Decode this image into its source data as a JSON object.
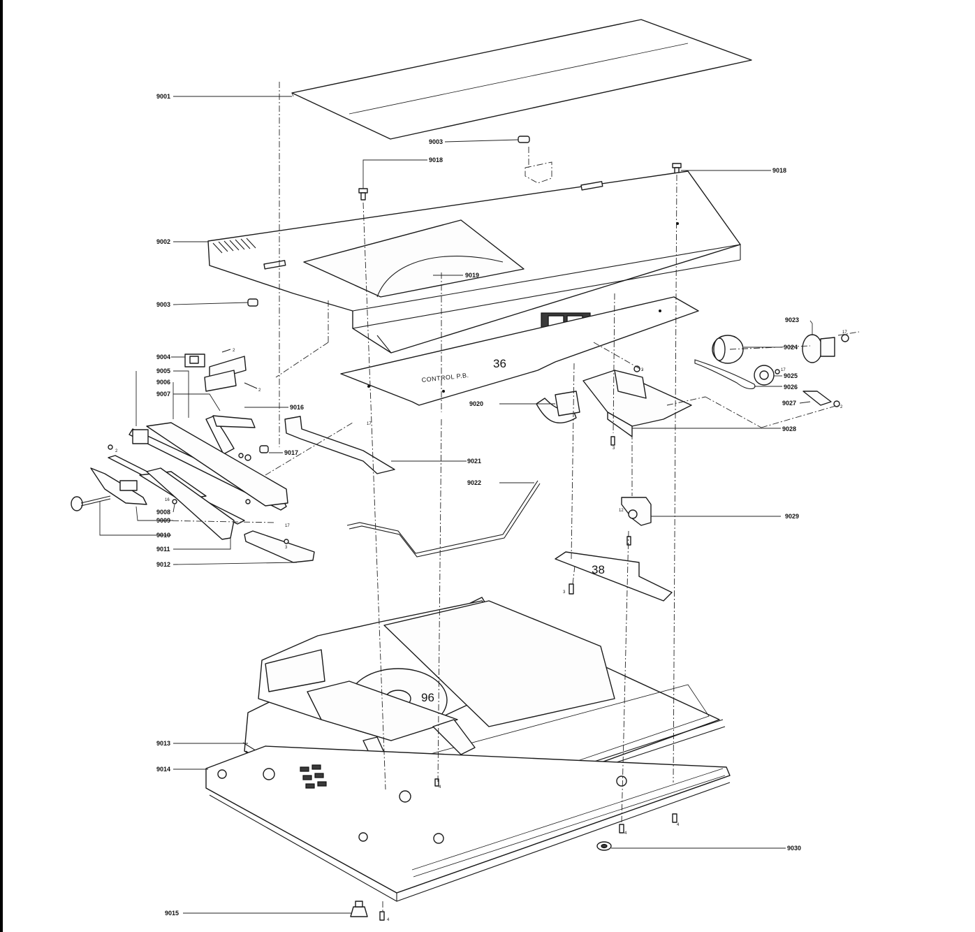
{
  "labels": {
    "p9001": "9001",
    "p9002": "9002",
    "p9003a": "9003",
    "p9003b": "9003",
    "p9004": "9004",
    "p9005": "9005",
    "p9006": "9006",
    "p9007": "9007",
    "p9008": "9008",
    "p9009": "9009",
    "p9010": "9010",
    "p9011": "9011",
    "p9012": "9012",
    "p9013": "9013",
    "p9014": "9014",
    "p9015": "9015",
    "p9016": "9016",
    "p9017": "9017",
    "p9018a": "9018",
    "p9018b": "9018",
    "p9019": "9019",
    "p9020": "9020",
    "p9021": "9021",
    "p9022": "9022",
    "p9023": "9023",
    "p9024": "9024",
    "p9025": "9025",
    "p9026": "9026",
    "p9027": "9027",
    "p9028": "9028",
    "p9029": "9029",
    "p9030": "9030"
  },
  "board_labels": {
    "control_board_number": "36",
    "control_board_name": "CONTROL P.B.",
    "board_38": "38",
    "player_96": "96"
  },
  "screw_marks": {
    "s2a": "2",
    "s2b": "2",
    "s2c": "2",
    "s2d": "2",
    "s3a": "3",
    "s3b": "3",
    "s3c": "3",
    "s3d": "3",
    "s4a": "4",
    "s4b": "4",
    "s4c": "4",
    "s4d": "4",
    "s12": "12",
    "s16": "16",
    "s17a": "17",
    "s17b": "17",
    "s17c": "17",
    "s17d": "17"
  },
  "colors": {
    "ink": "#1a1a1a",
    "paper": "#ffffff"
  }
}
